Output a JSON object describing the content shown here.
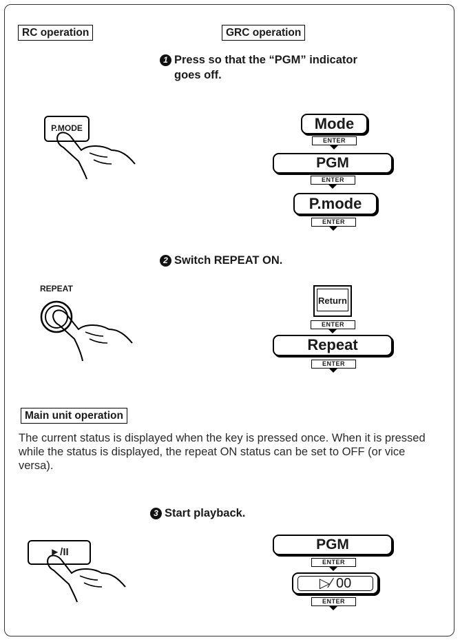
{
  "labels": {
    "rc": "RC operation",
    "grc": "GRC operation",
    "main_unit": "Main unit operation"
  },
  "steps": [
    {
      "num": "1",
      "line1": "Press so that the “PGM” indicator",
      "line2": "goes off."
    },
    {
      "num": "2",
      "text": "Switch REPEAT ON."
    },
    {
      "num": "3",
      "text": "Start playback."
    }
  ],
  "rc_buttons": {
    "pmode": "P.MODE",
    "repeat": "REPEAT",
    "play_pause": "►/II"
  },
  "grc_buttons": {
    "mode": "Mode",
    "pgm": "PGM",
    "pmode": "P.mode",
    "return": "Return",
    "repeat": "Repeat",
    "pgm2": "PGM",
    "play_pause": "▷∕ 00"
  },
  "enter_label": "ENTER",
  "main_unit_text": "The current status is displayed when the key is pressed once.  When it is pressed while the status is displayed, the repeat ON status can be set to OFF (or vice versa)."
}
